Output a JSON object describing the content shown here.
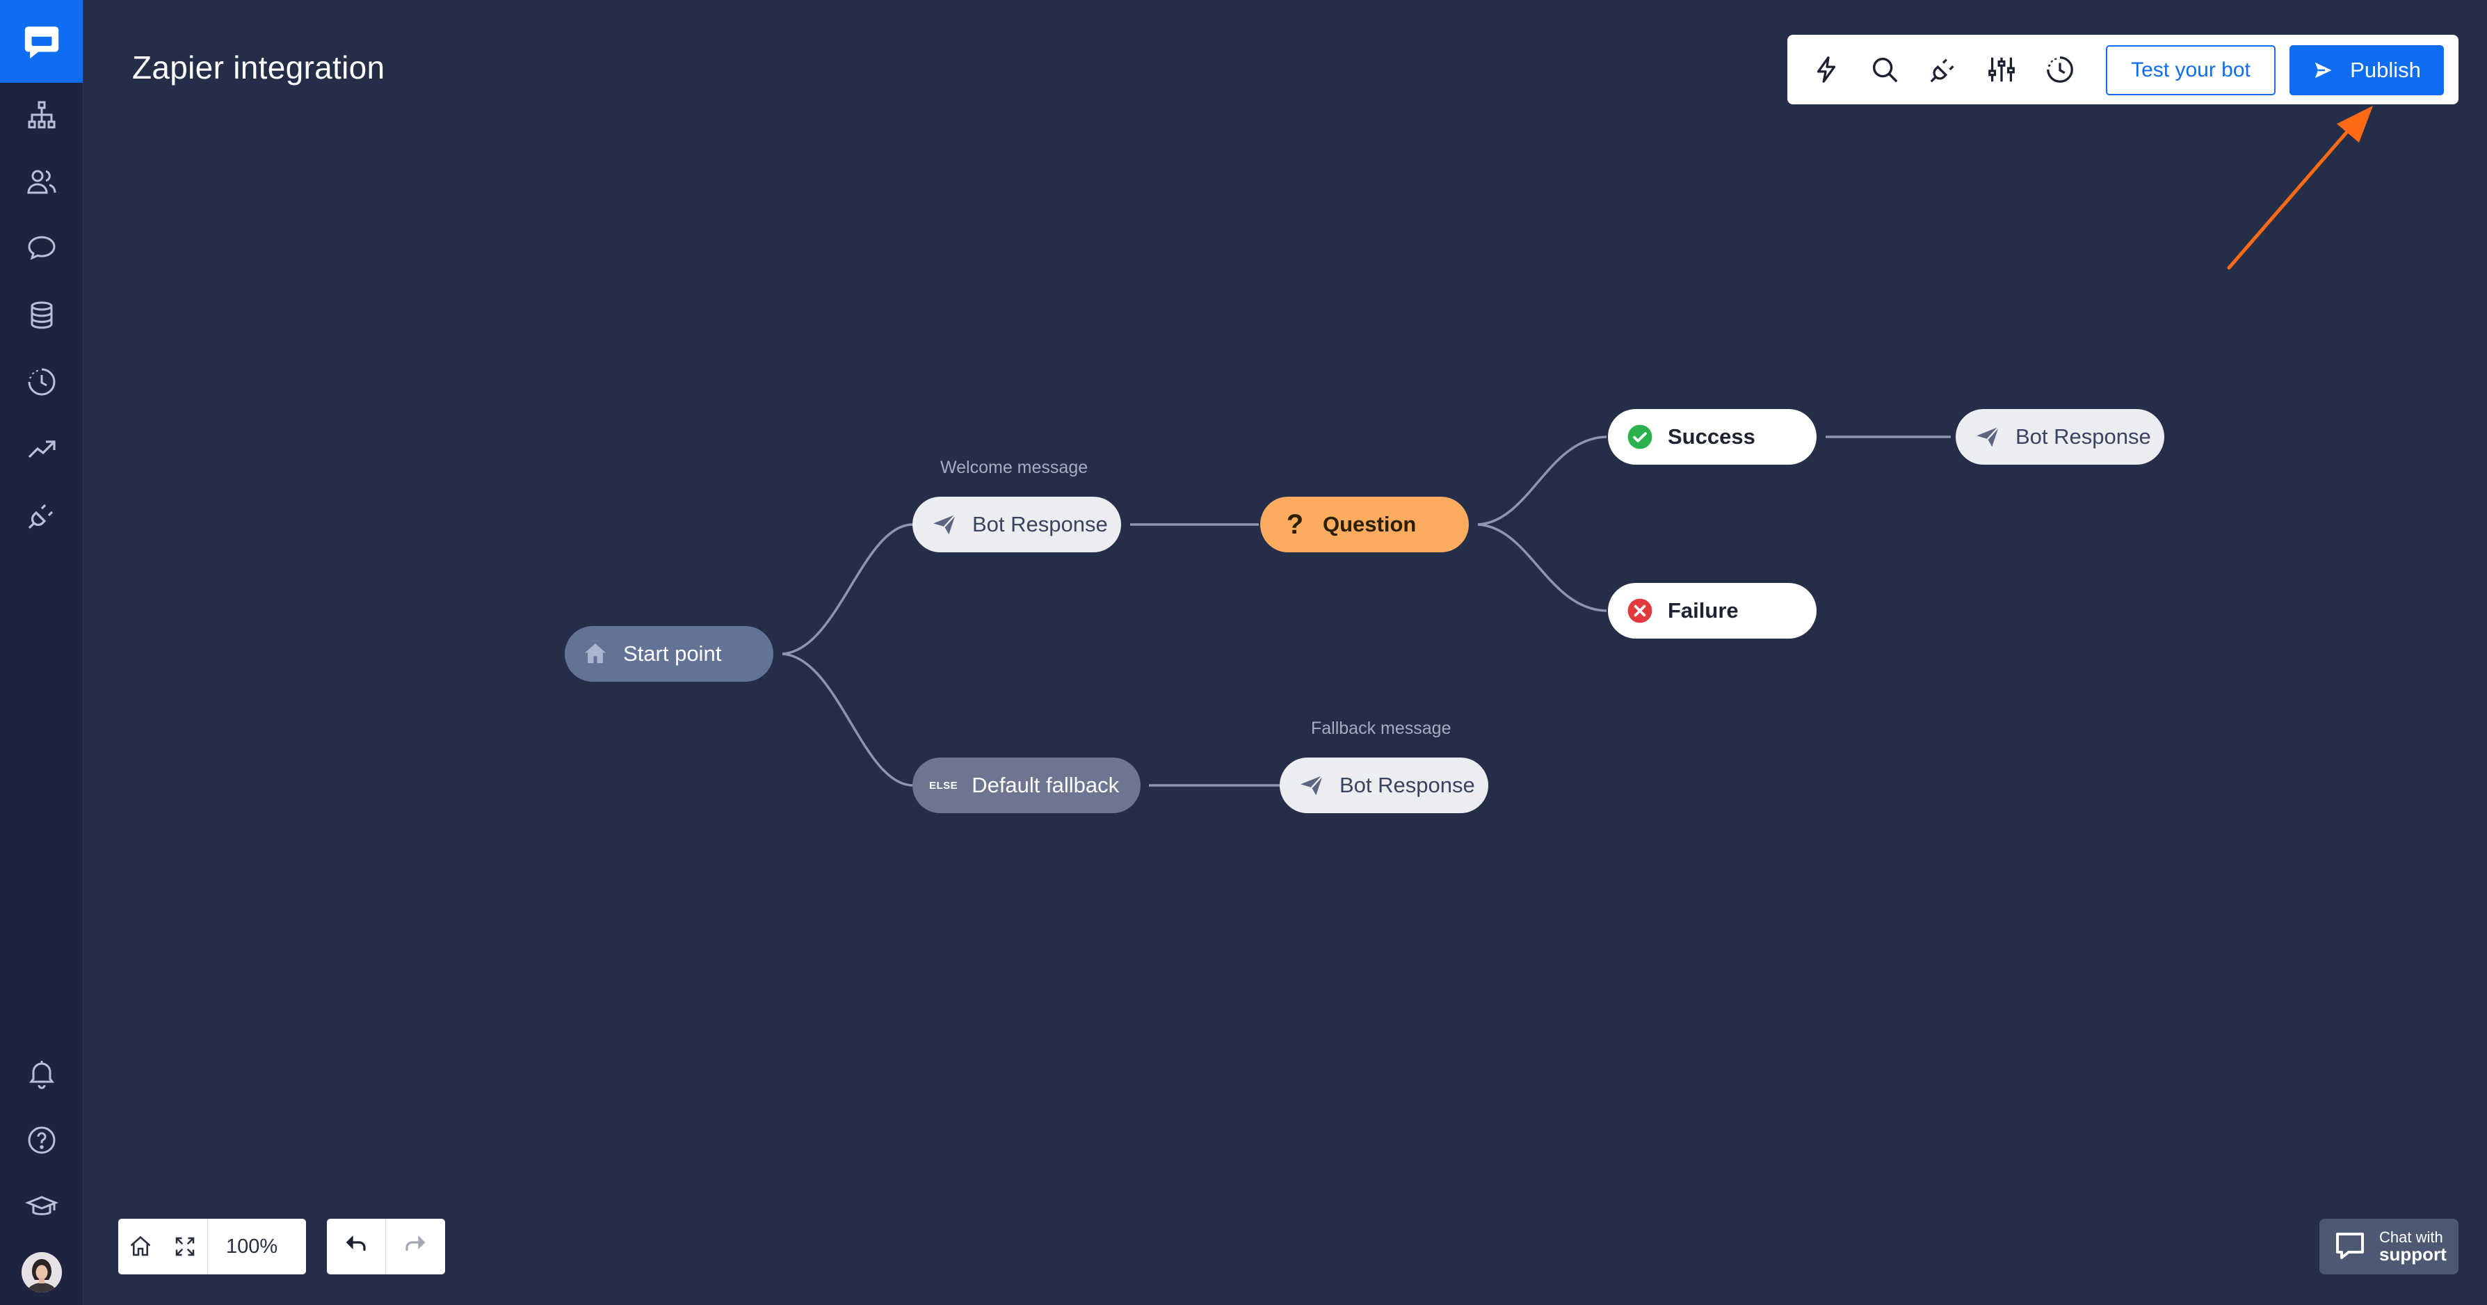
{
  "page": {
    "title": "Zapier integration"
  },
  "sidebar": {
    "items": [
      {
        "name": "flows",
        "icon": "sitemap-icon"
      },
      {
        "name": "audience",
        "icon": "users-icon"
      },
      {
        "name": "chats",
        "icon": "chat-bubble-icon"
      },
      {
        "name": "data",
        "icon": "database-icon"
      },
      {
        "name": "history",
        "icon": "history-clock-icon"
      },
      {
        "name": "reports",
        "icon": "trend-icon"
      },
      {
        "name": "integrations",
        "icon": "plug-icon"
      }
    ],
    "bottom_items": [
      {
        "name": "notifications",
        "icon": "bell-icon"
      },
      {
        "name": "help",
        "icon": "question-icon"
      },
      {
        "name": "academy",
        "icon": "graduation-cap-icon"
      }
    ]
  },
  "toolbar": {
    "icons": [
      "lightning-icon",
      "search-icon",
      "plug-icon",
      "sliders-icon",
      "history-clock-icon"
    ],
    "test_label": "Test your bot",
    "publish_label": "Publish"
  },
  "flow": {
    "start": "Start point",
    "welcome_label": "Welcome message",
    "welcome_response": "Bot Response",
    "question": "Question",
    "success": "Success",
    "success_response": "Bot Response",
    "failure": "Failure",
    "fallback_tag": "ELSE",
    "fallback": "Default fallback",
    "fallback_label": "Fallback message",
    "fallback_response": "Bot Response"
  },
  "controls": {
    "zoom": "100%"
  },
  "chat_support": {
    "line1": "Chat with",
    "line2": "support"
  },
  "colors": {
    "background": "#252e49",
    "sidebar": "#1c2440",
    "accent": "#0e6df0",
    "question": "#fdab5e",
    "success": "#2bb24c",
    "failure": "#e0393e",
    "arrow": "#ff6a13"
  }
}
